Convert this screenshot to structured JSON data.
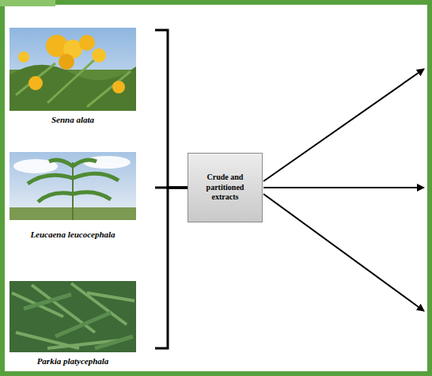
{
  "diagram": {
    "nodes": [
      {
        "text": [
          "Senna alata"
        ]
      },
      {
        "text": [
          "Leucaena leucocephala"
        ]
      },
      {
        "text": [
          "Parkia platycephala"
        ]
      },
      {
        "text": [
          "Crude and partitioned extracts"
        ]
      }
    ],
    "edges": [
      {
        "from": 0,
        "to": 3,
        "arrow": "none"
      },
      {
        "from": 1,
        "to": 3,
        "arrow": "none"
      },
      {
        "from": 2,
        "to": 3,
        "arrow": "none"
      }
    ]
  }
}
